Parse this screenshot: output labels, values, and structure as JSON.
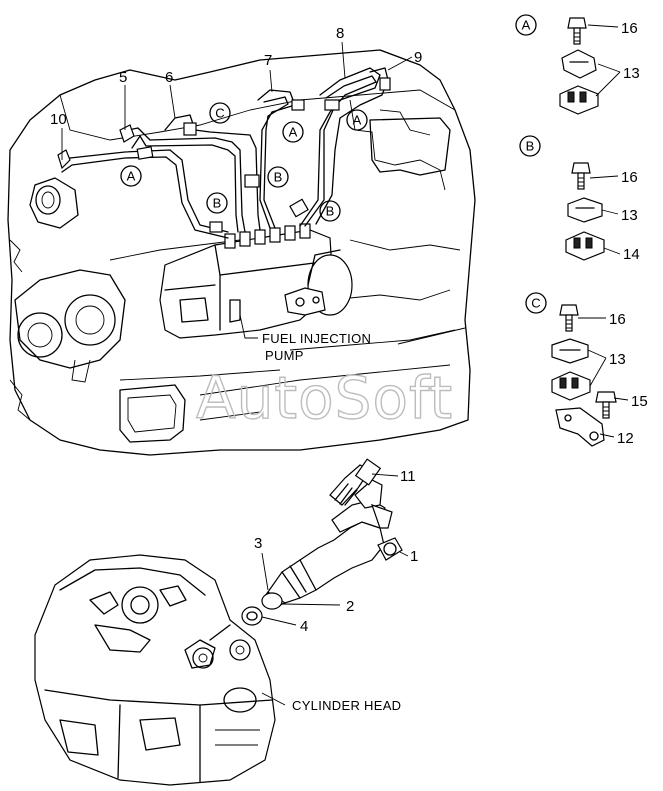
{
  "watermark": "AutoSoft",
  "callouts": {
    "c1": "1",
    "c2": "2",
    "c3": "3",
    "c4": "4",
    "c5": "5",
    "c6": "6",
    "c7": "7",
    "c8": "8",
    "c9": "9",
    "c10": "10",
    "c11": "11"
  },
  "labels": {
    "fuel_injection_pump_line1": "FUEL INJECTION",
    "fuel_injection_pump_line2": "PUMP",
    "cylinder_head": "CYLINDER HEAD"
  },
  "clamp_markers": {
    "A": "A",
    "B": "B",
    "C": "C"
  },
  "detail_panels": {
    "A": {
      "letter": "A",
      "parts": [
        "16",
        "13"
      ]
    },
    "B": {
      "letter": "B",
      "parts": [
        "16",
        "13",
        "14"
      ]
    },
    "C": {
      "letter": "C",
      "parts": [
        "16",
        "13",
        "15",
        "12"
      ]
    }
  }
}
